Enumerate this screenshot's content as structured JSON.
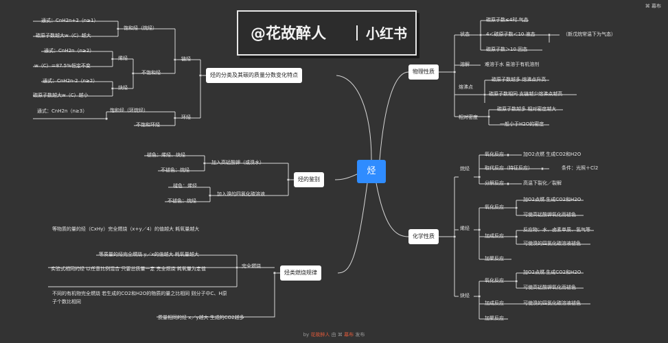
{
  "toolbar": {
    "publish_label": "幕布"
  },
  "watermark": {
    "handle": "@花故醉人",
    "brand": "小红书"
  },
  "root": "烃",
  "branches": {
    "classify": "烃的分类及其碳的质量分数变化特点",
    "identify": "烃的鉴别",
    "combustion": "烃类燃烧规律",
    "physical": "物理性质",
    "chemical": "化学性质"
  },
  "classify": {
    "chain": "链烃",
    "ring": "环烃",
    "saturated_chain": "饱和烃（烷烃）",
    "unsaturated": "不饱和烃",
    "alkene": "烯烃",
    "alkyne": "炔烃",
    "saturated_ring": "饱和烃（环烷烃）",
    "unsaturated_ring": "不饱和环烃",
    "alkane_formula": "通式：CnH2n+2（n≥1）",
    "alkane_w": "碳原子数越大w（C）越大",
    "alkene_formula": "通式：CnH2n（n≥2）",
    "alkene_w": "w（C）＝87.5%恒定不变",
    "alkyne_formula": "通式：CnH2n-2（n≥2）",
    "alkyne_w": "碳原子数越大w（C）越小",
    "cyclo_formula": "通式：CnH2n（n≥3）"
  },
  "identify": {
    "kmno4": "加入高锰酸钾（或溴水）",
    "kmno4_fade": "褪色：烯烃、炔烃",
    "kmno4_nofade": "不褪色：烷烃",
    "ccl4": "加入溴的四氯化碳溶液",
    "ccl4_fade": "褪色：烯烃",
    "ccl4_nofade": "不褪色：烷烃"
  },
  "combustion": {
    "equal_mol": "等物质的量的烃（CxHy）完全燃烧（x+y／4）的值越大 耗氧量越大",
    "complete": "完全燃烧",
    "equal_mass": "等质量的烃完全燃烧 y／x的值越大 耗氧量越大",
    "same_simplest": "实验式相同的烃 以任意比例混合 只要总质量一定 完全燃烧 耗氧量为定值",
    "same_ratio_1": "不同的有机物完全燃烧 若生成的CO2和H2O的物质的量之比相同 则分子中C、H原",
    "same_ratio_2": "子个数比相同",
    "same_mass_co2": "质量相同的烃 x／y越大 生成的CO2越多"
  },
  "physical": {
    "state": "状态",
    "state_gas": "碳原子数≤4时  气态",
    "state_liquid": "4＜碳原子数＜10  液态",
    "state_solid": "碳原子数＞10  固态",
    "state_note": "（新戊烷常温下为气态）",
    "solubility": "溶解",
    "solubility_desc": "难溶于水 易溶于有机溶剂",
    "mp": "熔沸点",
    "mp_more": "碳原子数越多  熔沸点升高",
    "mp_same": "碳原子数相同  支链越少熔沸点越高",
    "density": "相对密度",
    "density_more": "碳原子数越多  相对密度越大",
    "density_lt": "一般小于H2O的密度"
  },
  "chemical": {
    "alkane": "烷烃",
    "oxidation": "氧化反应",
    "alkane_ox_desc": "加O2点燃 生成CO2和H2O",
    "substitution": "取代反应（特征反应）",
    "substitution_cond": "条件：光照＋Cl2",
    "decomposition": "分解反应",
    "decomposition_desc": "高温下裂化／裂解",
    "alkene": "烯烃",
    "alkene_ox_1": "加O2点燃 生成CO2和H2O",
    "alkene_ox_2": "可使高锰酸钾氧化而褪色",
    "addition": "加成反应",
    "addition_reactants": "反应物：水、卤素单质、氢气等",
    "addition_fade": "可使溴的四氯化碳溶液褪色",
    "polymerization": "加聚反应",
    "alkyne": "炔烃",
    "alkyne_ox_1": "加O2点燃 生成CO2和H2O",
    "alkyne_ox_2": "可使高锰酸钾氧化而褪色",
    "alkyne_addition_fade": "可使溴的四氯化碳溶液褪色"
  },
  "footer": {
    "by": "by",
    "author": "花故醉人",
    "via": "由",
    "platform": "幕布",
    "action": "发布"
  },
  "colors": {
    "background": "#333333",
    "root": "#2f8cff",
    "line": "#d8d8d8",
    "text": "#e6e6e6"
  }
}
